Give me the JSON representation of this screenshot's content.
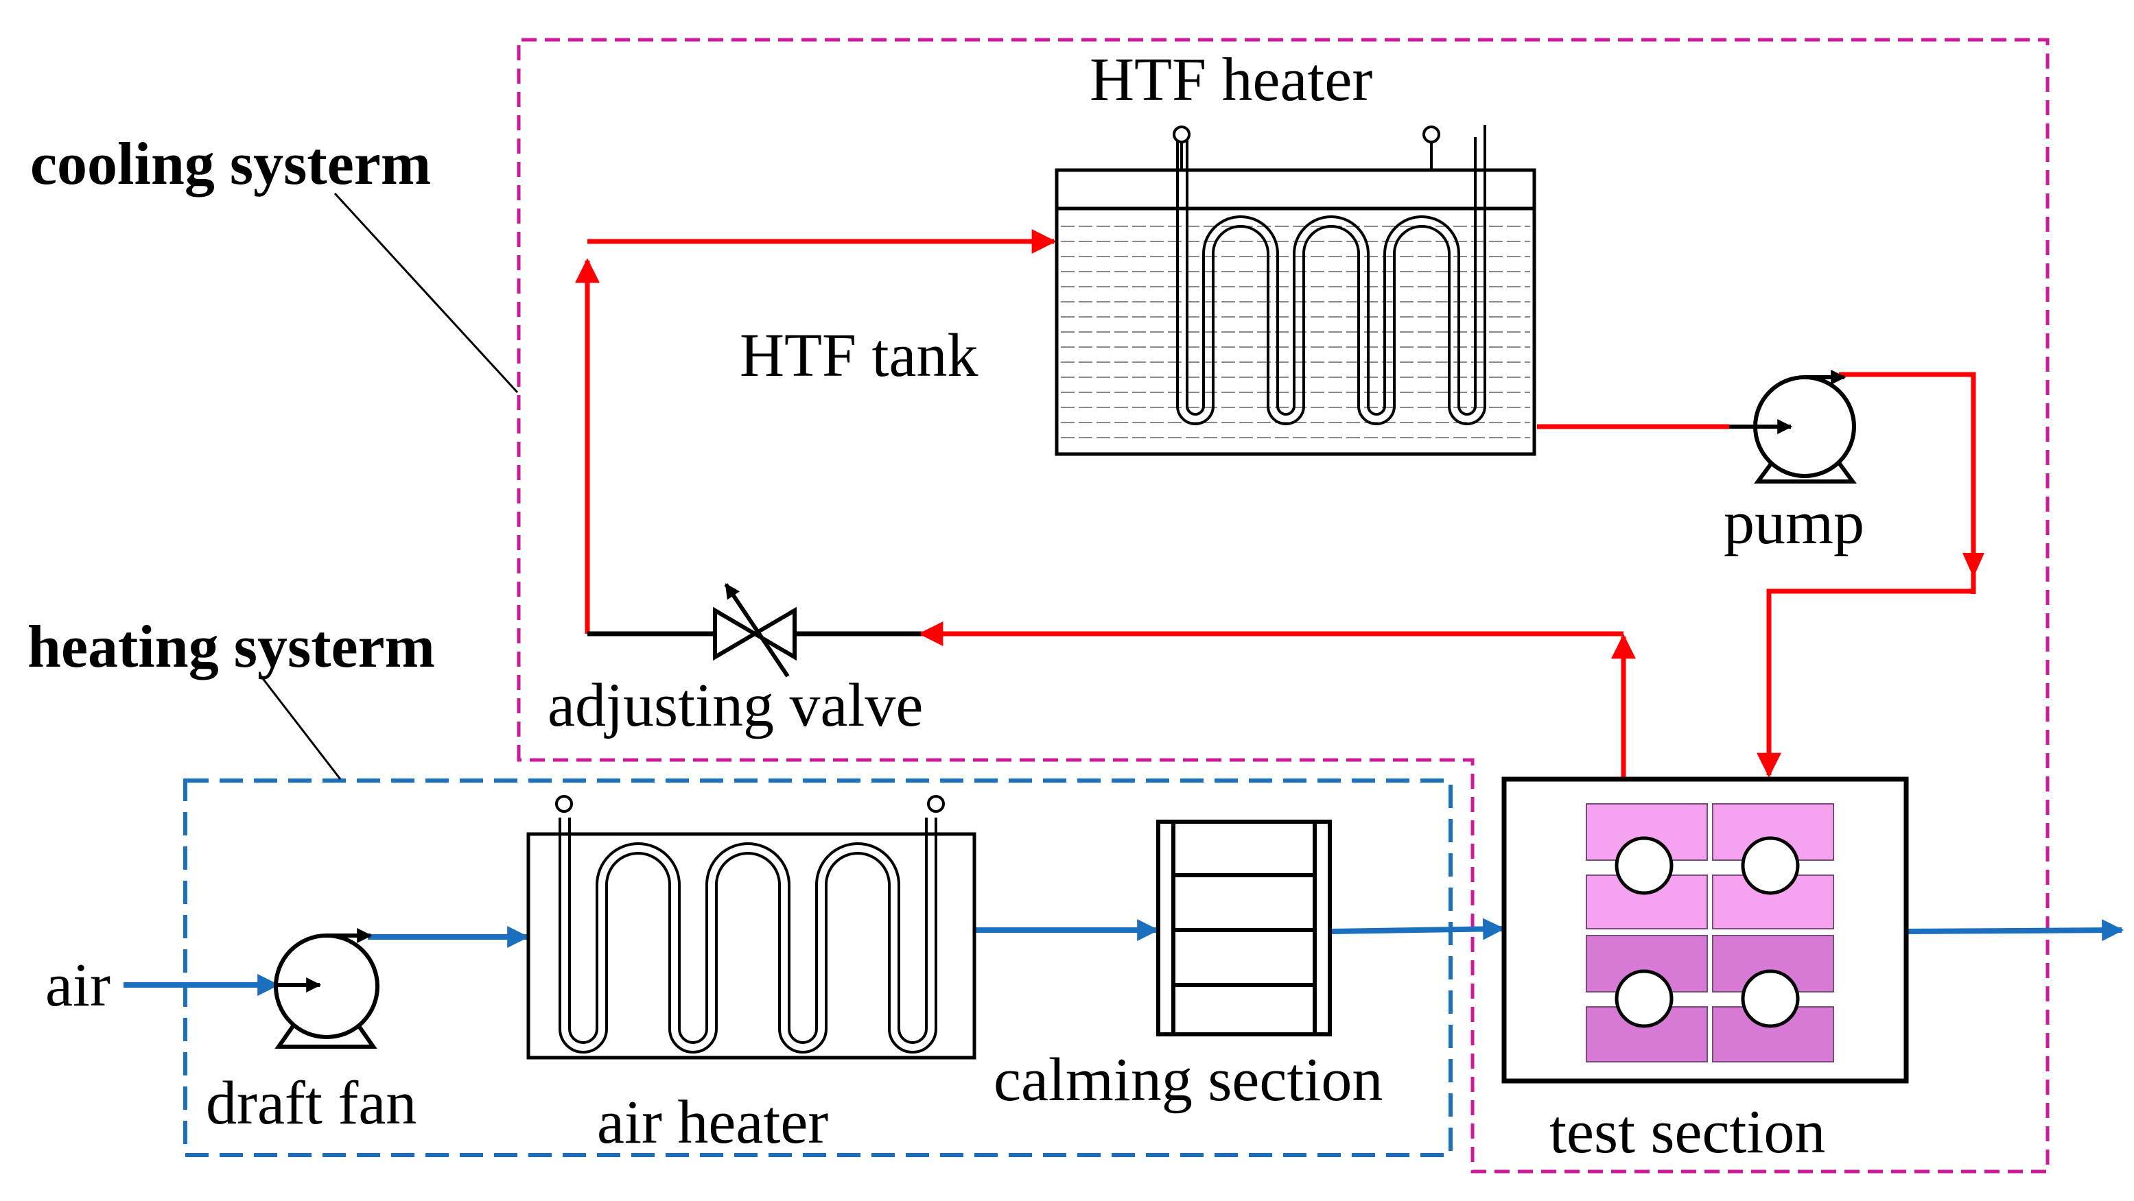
{
  "labels": {
    "cooling_system": "cooling systerm",
    "heating_system": "heating systerm",
    "htf_heater": "HTF heater",
    "htf_tank": "HTF tank",
    "pump": "pump",
    "adjusting_valve": "adjusting valve",
    "air": "air",
    "draft_fan": "draft fan",
    "air_heater": "air heater",
    "calming_section": "calming section",
    "test_section": "test section"
  },
  "colors": {
    "htf_loop": "#ff0000",
    "air_flow": "#1a6fbf",
    "cooling_boundary": "#cc1a9a",
    "heating_boundary": "#1a6fbf",
    "test_block_light": "#f5a3f0",
    "test_block_dark": "#d67ad6"
  },
  "icons": {
    "pump": "pump-icon",
    "draft_fan": "fan-icon",
    "valve": "valve-icon",
    "heater_coil": "heater-coil-icon"
  }
}
